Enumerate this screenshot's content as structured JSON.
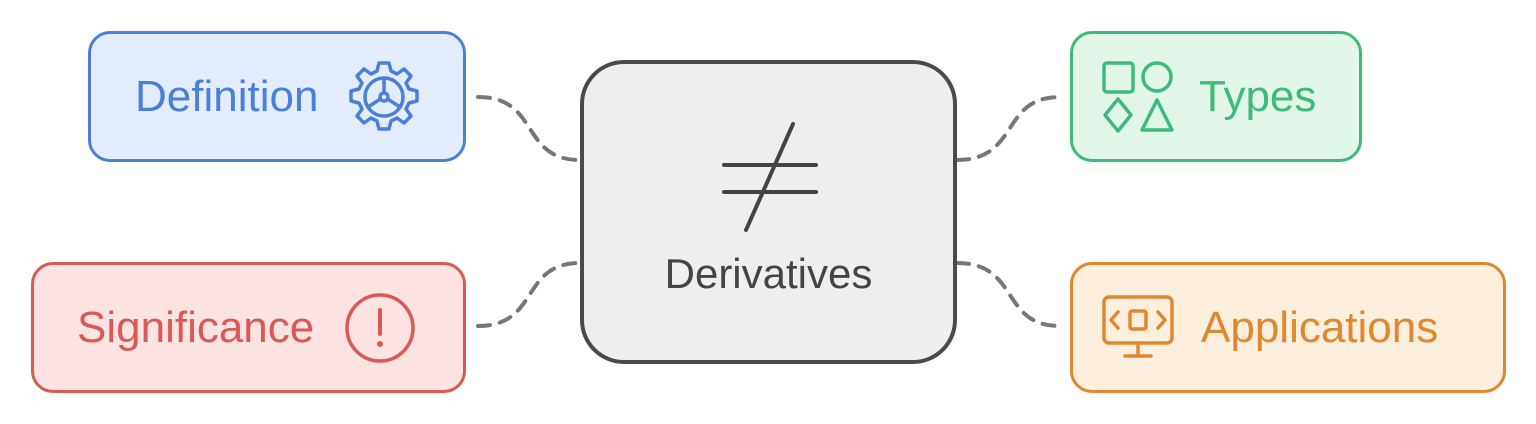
{
  "center": {
    "title": "Derivatives",
    "icon": "not-equal-icon",
    "color": "#444444"
  },
  "branches": {
    "definition": {
      "label": "Definition",
      "icon": "gear-icon",
      "color": "#4a80d9"
    },
    "significance": {
      "label": "Significance",
      "icon": "exclamation-circle-icon",
      "color": "#d95a55"
    },
    "types": {
      "label": "Types",
      "icon": "shapes-icon",
      "color": "#3dbb7a"
    },
    "applications": {
      "label": "Applications",
      "icon": "code-monitor-icon",
      "color": "#e0882f"
    }
  },
  "connector_color": "#7a7a7a"
}
